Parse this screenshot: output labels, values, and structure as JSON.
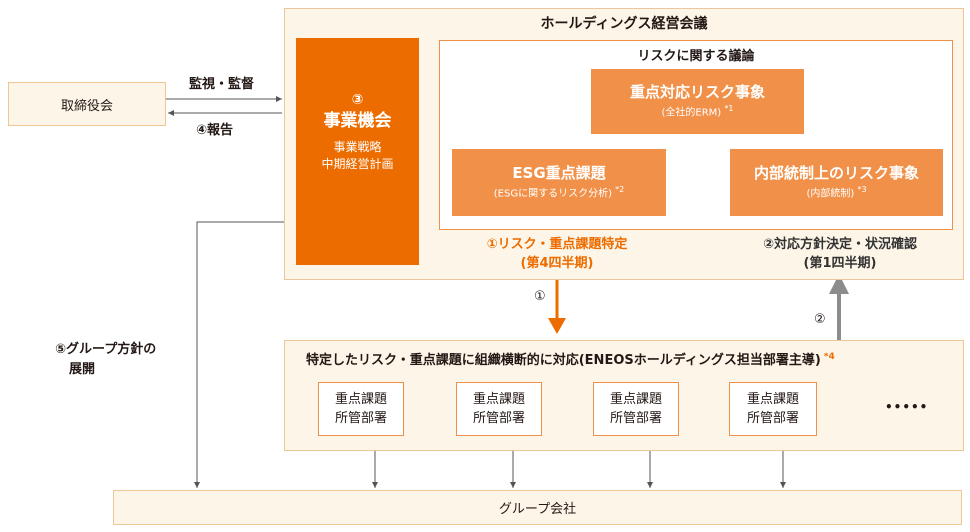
{
  "board": {
    "label": "取締役会"
  },
  "holdings_meeting": {
    "title": "ホールディングス経営会議"
  },
  "business_opportunity": {
    "number": "③",
    "title": "事業機会",
    "line1": "事業戦略",
    "line2": "中期経営計画"
  },
  "risk_discussion": {
    "title": "リスクに関する議論"
  },
  "risk_boxes": [
    {
      "title": "重点対応リスク事象",
      "sub": "(全社的ERM)",
      "note": "*1"
    },
    {
      "title": "ESG重点課題",
      "sub": "(ESGに関するリスク分析)",
      "note": "*2"
    },
    {
      "title": "内部統制上のリスク事象",
      "sub": "(内部統制)",
      "note": "*3"
    }
  ],
  "step1": {
    "line1": "①リスク・重点課題特定",
    "line2": "(第4四半期)",
    "arrow_label": "①"
  },
  "step2": {
    "line1": "②対応方針決定・状況確認",
    "line2": "(第1四半期)",
    "arrow_label": "②"
  },
  "monitor_label": "監視・監督",
  "report_label": "④報告",
  "group_policy": {
    "line1": "⑤グループ方針の",
    "line2": "展開"
  },
  "response": {
    "title": "特定したリスク・重点課題に組織横断的に対応(ENEOSホールディングス担当部署主導)",
    "note": "*4"
  },
  "departments": [
    {
      "line1": "重点課題",
      "line2": "所管部署"
    },
    {
      "line1": "重点課題",
      "line2": "所管部署"
    },
    {
      "line1": "重点課題",
      "line2": "所管部署"
    },
    {
      "line1": "重点課題",
      "line2": "所管部署"
    }
  ],
  "ellipsis": "•••••",
  "group_companies": "グループ会社",
  "colors": {
    "accent": "#f19149",
    "dark_orange": "#ec6c00",
    "gray_arrow": "#8c8c8c",
    "light_fill": "#fdf6e8"
  }
}
